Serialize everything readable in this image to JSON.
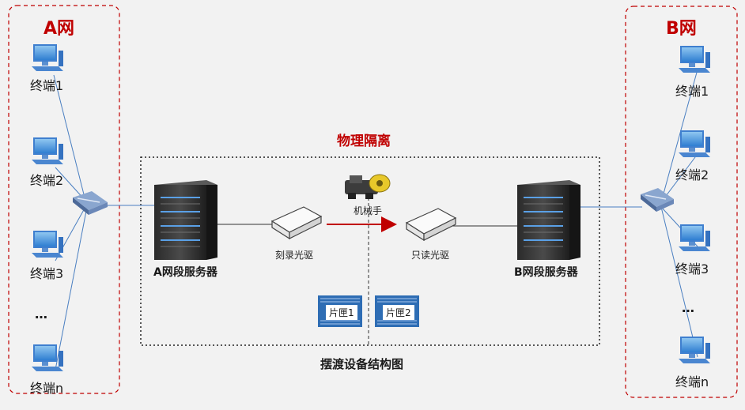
{
  "net_a": {
    "title": "A网",
    "terminals": [
      "终端1",
      "终端2",
      "终端3",
      "…",
      "终端n"
    ]
  },
  "net_b": {
    "title": "B网",
    "terminals": [
      "终端1",
      "终端2",
      "终端3",
      "…",
      "终端n"
    ]
  },
  "isolation_label": "物理隔离",
  "robot_label": "机械手",
  "burn_drive_label": "刻录光驱",
  "read_drive_label": "只读光驱",
  "server_a_label": "A网段服务器",
  "server_b_label": "B网段服务器",
  "cartridge1_label": "片匣1",
  "cartridge2_label": "片匣2",
  "caption": "摆渡设备结构图",
  "colors": {
    "accent_red": "#c00000",
    "link_blue": "#4a7fc1",
    "cartridge_blue": "#2e6db4"
  }
}
